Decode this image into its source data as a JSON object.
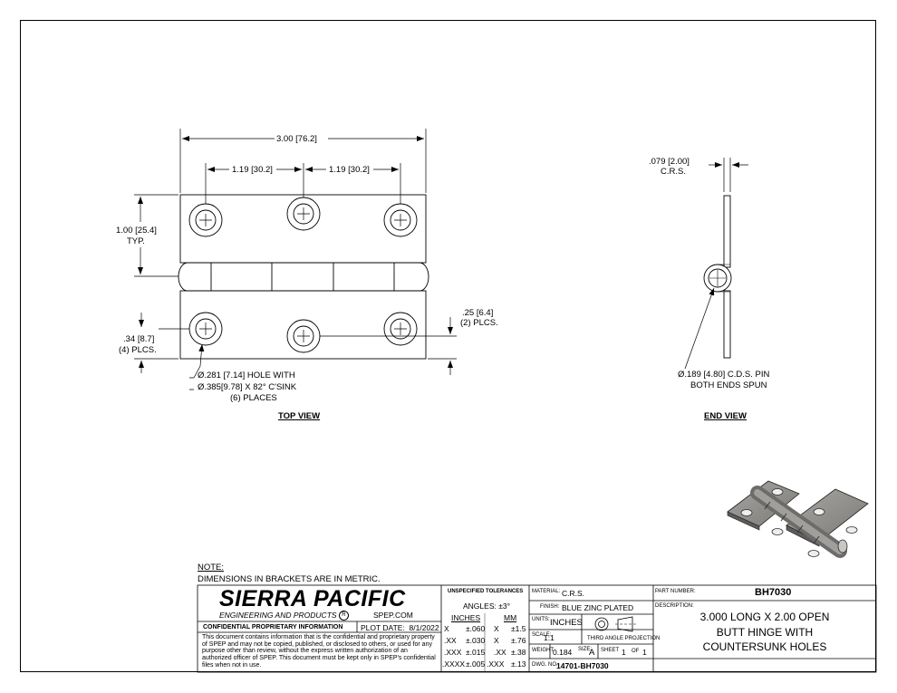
{
  "views": {
    "top_view": {
      "title": "TOP VIEW",
      "dim_overall": "3.00",
      "dim_overall_mm": "[76.2]",
      "dim_spacing": "1.19",
      "dim_spacing_mm": "[30.2]",
      "dim_leaf_width": "1.00",
      "dim_leaf_width_mm": "[25.4]",
      "dim_leaf_width_note": "TYP.",
      "dim_edge": ".34",
      "dim_edge_mm": "[8.7]",
      "dim_edge_note": "(4) PLCS.",
      "dim_offset": ".25",
      "dim_offset_mm": "[6.4]",
      "dim_offset_note": "(2) PLCS.",
      "hole_note_line1": "Ø.281 [7.14]  HOLE WITH",
      "hole_note_line2": "Ø.385[9.78] X 82° C'SINK",
      "hole_note_line3": "(6) PLACES"
    },
    "end_view": {
      "title": "END VIEW",
      "dim_thickness": ".079",
      "dim_thickness_mm": "[2.00]",
      "dim_thickness_note": "C.R.S.",
      "pin_note_line1": "Ø.189 [4.80]  C.D.S. PIN",
      "pin_note_line2": "BOTH ENDS SPUN"
    }
  },
  "notes": {
    "label": "NOTE:",
    "text": "DIMENSIONS IN BRACKETS ARE IN METRIC."
  },
  "title_block": {
    "company": "SIERRA PACIFIC",
    "company_sub": "ENGINEERING AND PRODUCTS",
    "registered": "R",
    "website": "SPEP.COM",
    "confidential_header": "CONFIDENTIAL PROPRIETARY INFORMATION",
    "plot_date_label": "PLOT DATE:",
    "plot_date": "8/1/2022",
    "confidential_text": "This document contains information that is the confidential and proprietary property of SPEP and may not be copied, published, or disclosed to others, or used for any purpose other than review, without the express written authorization of an authorized officer of SPEP. This document must be kept only in SPEP's confidential files when not in use.",
    "tolerances_header": "UNSPECIFIED TOLERANCES",
    "angles": "ANGLES: ±3°",
    "inches_header": "INCHES",
    "mm_header": "MM",
    "tolerances": [
      {
        "in_fmt": "X",
        "in_tol": "±.060",
        "mm_fmt": "X",
        "mm_tol": "±1.5"
      },
      {
        "in_fmt": ".XX",
        "in_tol": "±.030",
        "mm_fmt": "X",
        "mm_tol": "±.76"
      },
      {
        "in_fmt": ".XXX",
        "in_tol": "±.015",
        "mm_fmt": ".XX",
        "mm_tol": "±.38"
      },
      {
        "in_fmt": ".XXXX",
        "in_tol": "±.005",
        "mm_fmt": ".XXX",
        "mm_tol": "±.13"
      }
    ],
    "material_label": "MATERIAL:",
    "material": "C.R.S.",
    "finish_label": "FINISH:",
    "finish": "BLUE ZINC PLATED",
    "units_label": "UNITS:",
    "units": "INCHES",
    "projection_label": "THIRD ANGLE PROJECTION",
    "scale_label": "SCALE:",
    "scale": "1:1",
    "weight_label": "WEIGHT:",
    "weight": "0.184",
    "size_label": "SIZE:",
    "size": "A",
    "sheet_label": "SHEET",
    "sheet": "1",
    "of_label": "OF",
    "sheet_total": "1",
    "dwg_label": "DWG. NO.",
    "dwg_no": "14701-BH7030",
    "part_number_label": "PART NUMBER:",
    "part_number": "BH7030",
    "description_label": "DESCRIPTION:",
    "description_line1": "3.000 LONG X 2.00 OPEN",
    "description_line2": "BUTT HINGE WITH",
    "description_line3": "COUNTERSUNK HOLES"
  },
  "colors": {
    "line": "#000000",
    "hinge_face": "#8c8a88",
    "hinge_shadow": "#5e5c5a"
  }
}
